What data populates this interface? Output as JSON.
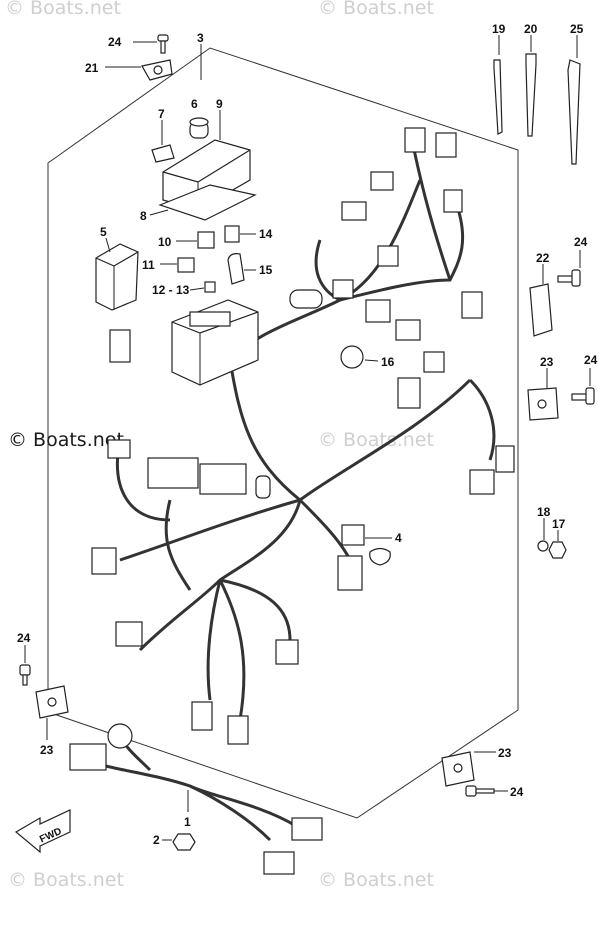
{
  "watermark": "© Boats.net",
  "fwd_label": "FWD",
  "callouts": [
    "1",
    "2",
    "3",
    "4",
    "5",
    "6",
    "7",
    "8",
    "9",
    "10",
    "11",
    "12",
    "13",
    "14",
    "15",
    "16",
    "17",
    "18",
    "19",
    "20",
    "21",
    "22",
    "23",
    "24",
    "25"
  ],
  "labels": {
    "p1": "1",
    "p2": "2",
    "p3": "3",
    "p4": "4",
    "p5": "5",
    "p6": "6",
    "p7": "7",
    "p8": "8",
    "p9": "9",
    "p10": "10",
    "p11": "11",
    "p12_13": "12 - 13",
    "p14": "14",
    "p15": "15",
    "p16": "16",
    "p17": "17",
    "p18": "18",
    "p19": "19",
    "p20": "20",
    "p21": "21",
    "p22": "22",
    "p23a": "23",
    "p23b": "23",
    "p23c": "23",
    "p24a": "24",
    "p24b": "24",
    "p24c": "24",
    "p24d": "24",
    "p24e": "24",
    "p25": "25"
  }
}
